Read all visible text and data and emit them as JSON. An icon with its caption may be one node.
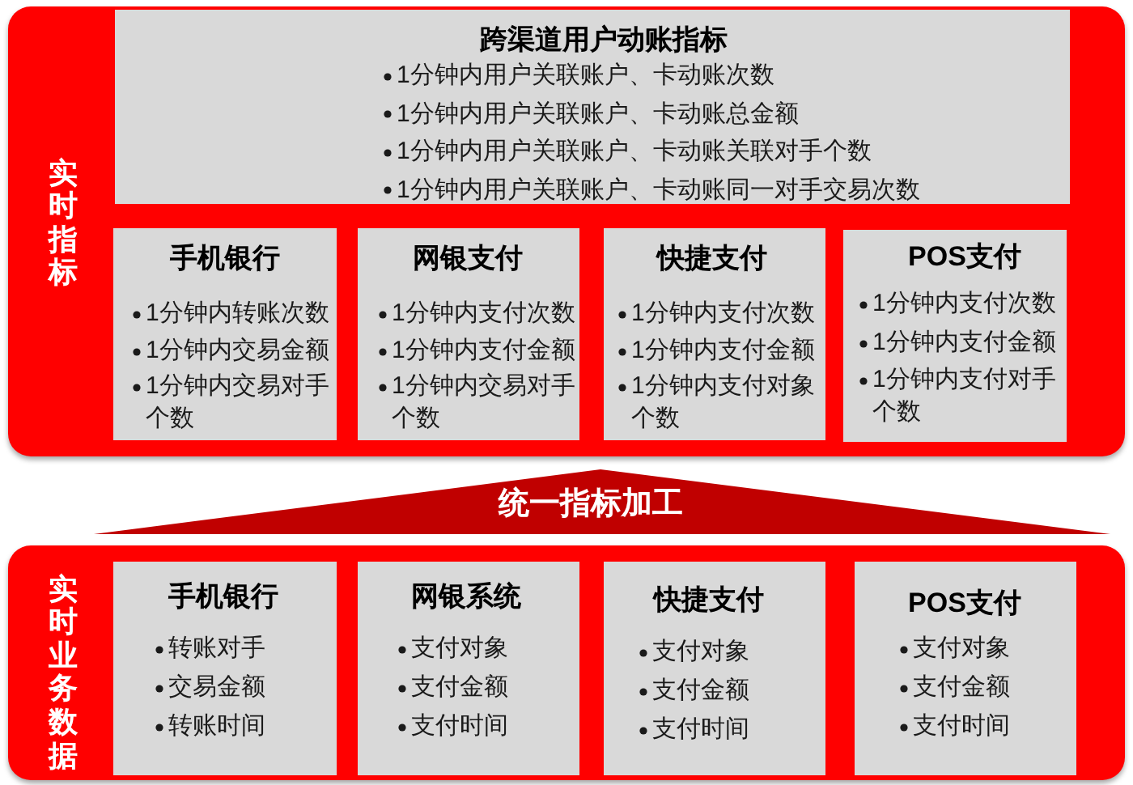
{
  "diagram": {
    "nodes": [
      {
        "text": [
          "实时指标"
        ]
      },
      {
        "text": [
          "跨渠道用户动账指标",
          "1分钟内用户关联账户、卡动账次数",
          "1分钟内用户关联账户、卡动账总金额",
          "1分钟内用户关联账户、卡动账关联对手个数",
          "1分钟内用户关联账户、卡动账同一对手交易次数"
        ],
        "in": 0
      },
      {
        "text": [
          "手机银行",
          "1分钟内转账次数",
          "1分钟内交易金额",
          "1分钟内交易对手个数"
        ],
        "in": 0
      },
      {
        "text": [
          "网银支付",
          "1分钟内支付次数",
          "1分钟内支付金额",
          "1分钟内交易对手个数"
        ],
        "in": 0
      },
      {
        "text": [
          "快捷支付",
          "1分钟内支付次数",
          "1分钟内支付金额",
          "1分钟内支付对象个数"
        ],
        "in": 0
      },
      {
        "text": [
          "POS支付",
          "1分钟内支付次数",
          "1分钟内支付金额",
          "1分钟内支付对手个数"
        ],
        "in": 0
      },
      {
        "text": [
          "统一指标加工"
        ]
      },
      {
        "text": [
          "实时业务数据"
        ]
      },
      {
        "text": [
          "手机银行",
          "转账对手",
          "交易金额",
          "转账时间"
        ],
        "in": 7
      },
      {
        "text": [
          "网银系统",
          "支付对象",
          "支付金额",
          "支付时间"
        ],
        "in": 7
      },
      {
        "text": [
          "快捷支付",
          "支付对象",
          "支付金额",
          "支付时间"
        ],
        "in": 7
      },
      {
        "text": [
          "POS支付",
          "支付对象",
          "支付金额",
          "支付时间"
        ],
        "in": 7
      }
    ]
  }
}
